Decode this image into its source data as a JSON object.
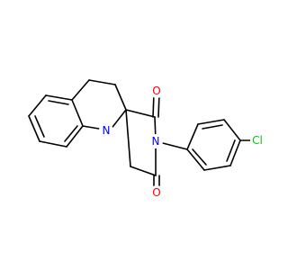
{
  "colors": {
    "background": "#ffffff",
    "bond": "#000000",
    "N": "#0000FF",
    "O": "#FF0000",
    "Cl": "#00CC00"
  },
  "molecule": {
    "atoms": [
      {
        "id": "N_amine",
        "label": "N",
        "element": "N"
      },
      {
        "id": "N_imide",
        "label": "N",
        "element": "N"
      },
      {
        "id": "O_top",
        "label": "O",
        "element": "O"
      },
      {
        "id": "O_bottom",
        "label": "O",
        "element": "O"
      },
      {
        "id": "Cl",
        "label": "Cl",
        "element": "Cl"
      }
    ]
  }
}
